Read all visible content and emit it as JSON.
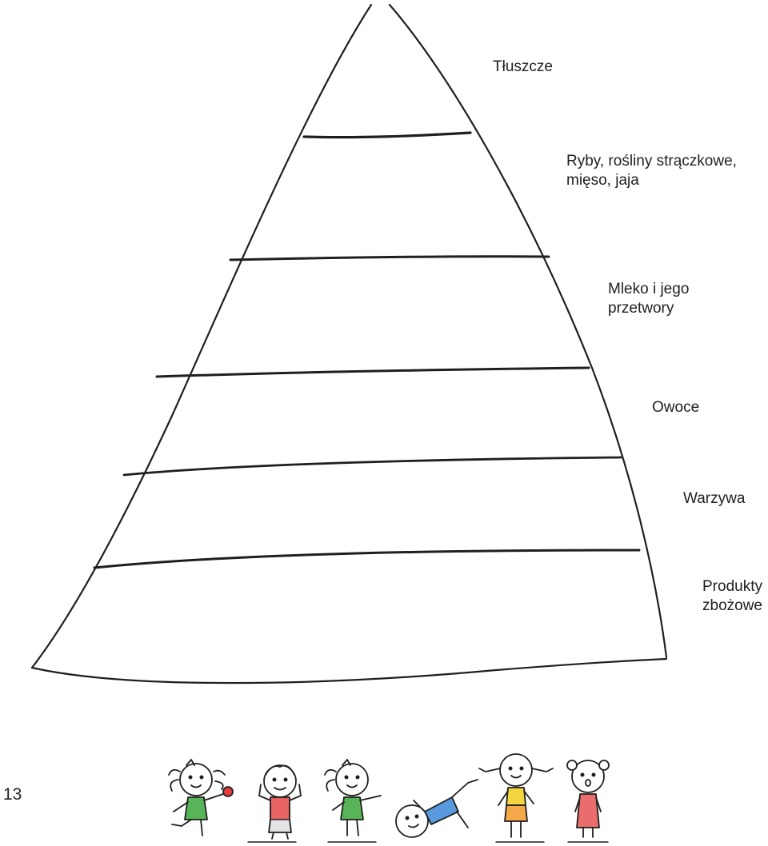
{
  "levels": {
    "fats": "Tłuszcze",
    "fish_line1": "Ryby, rośliny strączkowe,",
    "fish_line2": "mięso, jaja",
    "milk_line1": "Mleko i jego",
    "milk_line2": "przetwory",
    "fruit": "Owoce",
    "vegetables": "Warzywa",
    "grain_line1": "Produkty",
    "grain_line2": "zbożowe"
  },
  "page_number": "13",
  "colors": {
    "stroke": "#1f1f1f",
    "green_dress": "#3aa83a",
    "red": "#e23c3c",
    "blue": "#2f7fd6",
    "yellow": "#f2d12a",
    "orange": "#f39a2b"
  }
}
